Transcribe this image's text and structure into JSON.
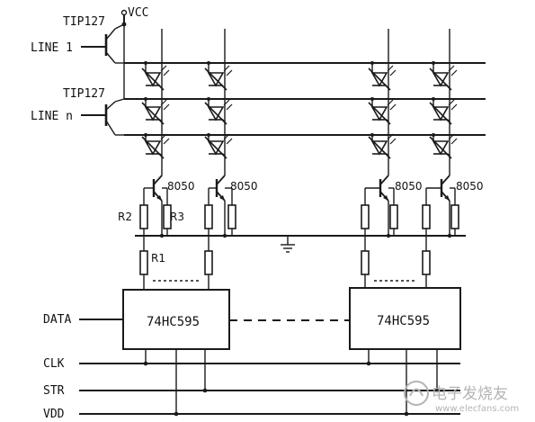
{
  "labels": {
    "vcc": "VCC",
    "tip_top": "TIP127",
    "line1": "LINE 1",
    "tip_bottom": "TIP127",
    "linen": "LINE n",
    "npn": "8050",
    "r2": "R2",
    "r3": "R3",
    "r1": "R1",
    "chip": "74HC595",
    "data": "DATA",
    "clk": "CLK",
    "str": "STR",
    "vdd": "VDD"
  },
  "watermark": {
    "brand": "电子发烧友",
    "url": "www.elecfans.com"
  },
  "colors": {
    "ink": "#1a1a1a",
    "background": "#ffffff",
    "watermark": "#b4b4b4"
  }
}
